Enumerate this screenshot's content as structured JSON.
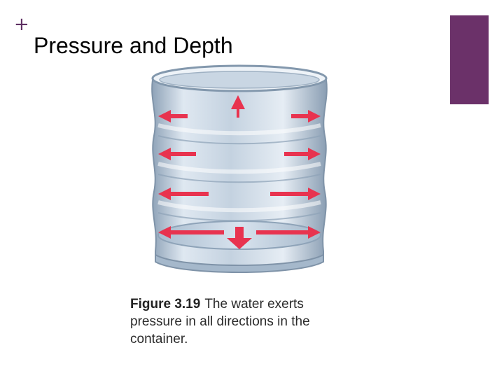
{
  "slide": {
    "plus_symbol": "+",
    "title": "Pressure and Depth",
    "accent_color": "#6b3169"
  },
  "figure": {
    "label": "Figure 3.19",
    "caption": "The water exerts pressure in all directions in the container."
  },
  "colors": {
    "arrow": "#e8334f",
    "container": "#b9c8d8"
  }
}
